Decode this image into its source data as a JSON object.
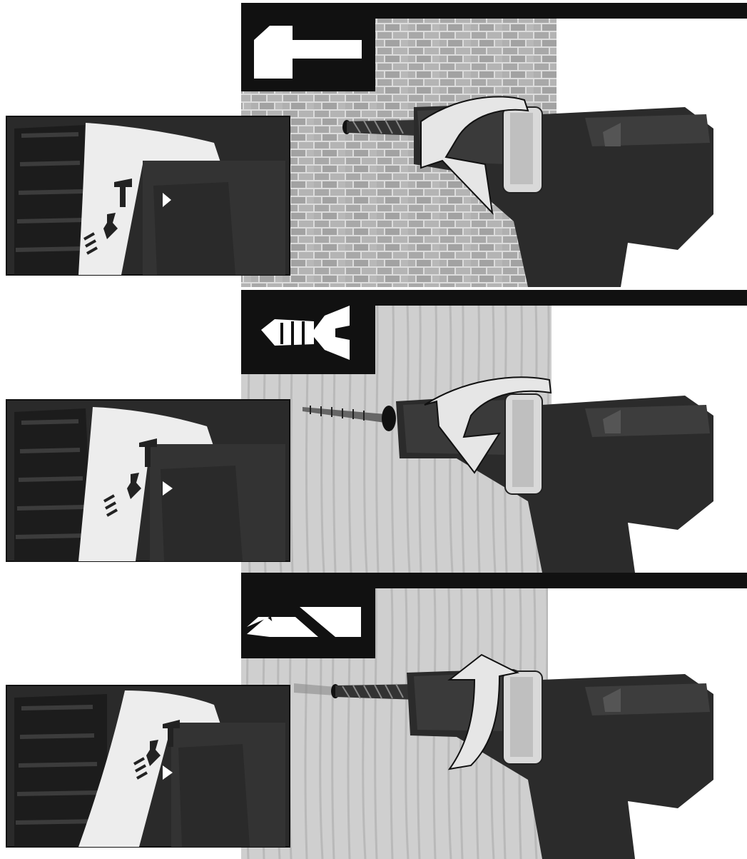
{
  "panels": [
    {
      "mode": "hammer-drill",
      "material": "brick-wall",
      "mode_icon": "hammer-icon",
      "rotation": "counterclockwise-down"
    },
    {
      "mode": "screwdriving",
      "material": "wood",
      "mode_icon": "screw-icon",
      "rotation": "counterclockwise-down"
    },
    {
      "mode": "drilling",
      "material": "wood",
      "mode_icon": "drill-stripes-icon",
      "rotation": "clockwise-up"
    }
  ],
  "collar_symbols": [
    "hammer-icon",
    "screw-icon",
    "drill-stripes-icon",
    "pointer-triangle-icon"
  ],
  "colors": {
    "banner": "#111111",
    "brick_mortar": "#d8d8d8",
    "brick": "#9a9a9a",
    "wood": "#c9c9c9",
    "drill_body": "#2a2a2a",
    "collar": "#f2f2f2",
    "arrow_fill": "#e6e6e6"
  }
}
